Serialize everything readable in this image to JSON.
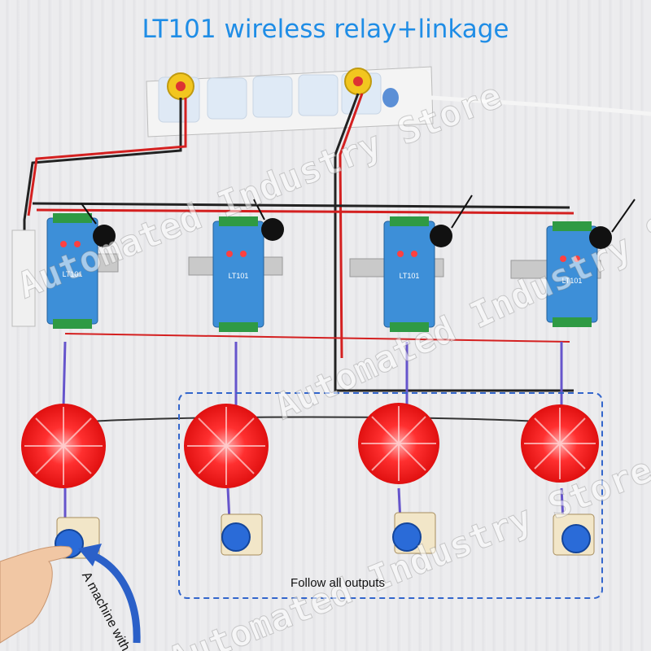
{
  "title": "LT101 wireless relay+linkage",
  "caption": "Follow all outputs",
  "arrow_label": "A machine with input",
  "watermark": [
    "Automated Industry Store",
    "Automated Industry Store",
    "Automated Industry Store"
  ],
  "module_label": "LT101",
  "colors": {
    "title": "#1f8de6",
    "module": "#3d8fd8",
    "light": "#ff2a2a",
    "button": "#2a6bd8",
    "dash": "#3366cc"
  }
}
